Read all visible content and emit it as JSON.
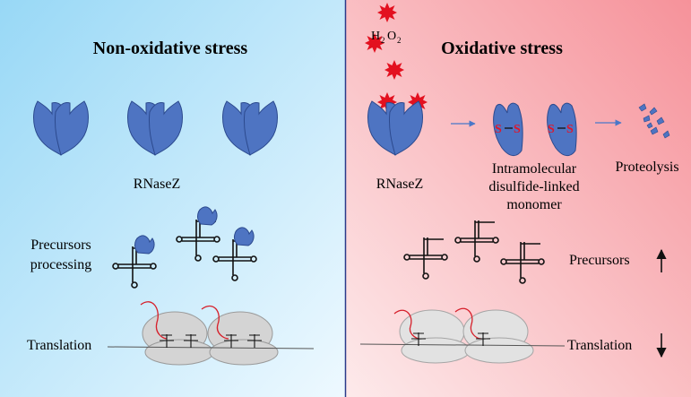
{
  "left_panel": {
    "title": "Non-oxidative stress",
    "enzyme_label": "RNaseZ",
    "processing_label_line1": "Precursors",
    "processing_label_line2": "processing",
    "translation_label": "Translation"
  },
  "right_panel": {
    "title": "Oxidative stress",
    "h2o2": {
      "h": "H",
      "sub1": "2",
      "o": "O",
      "sub2": "2"
    },
    "enzyme_label": "RNaseZ",
    "disulfide_label_line1": "Intramolecular",
    "disulfide_label_line2": "disulfide-linked",
    "disulfide_label_line3": "monomer",
    "proteolysis_label": "Proteolysis",
    "sulfur_symbol": "S",
    "precursors_label": "Precursors",
    "precursors_trend": "up",
    "translation_label": "Translation",
    "translation_trend": "down"
  },
  "colors": {
    "left_bg_top": "#a6ddf7",
    "left_bg_bottom": "#eef9ff",
    "right_bg_top": "#f7a1a6",
    "right_bg_bottom": "#fde9ea",
    "enzyme": "#4e74c2",
    "enzyme_stroke": "#2c4a8e",
    "disulfide": "#e0162b",
    "h2o2_star": "#e3101f",
    "ribosome": "#d4d4d4",
    "mrna": "#d61f2a",
    "divider": "#2b3a8a"
  }
}
